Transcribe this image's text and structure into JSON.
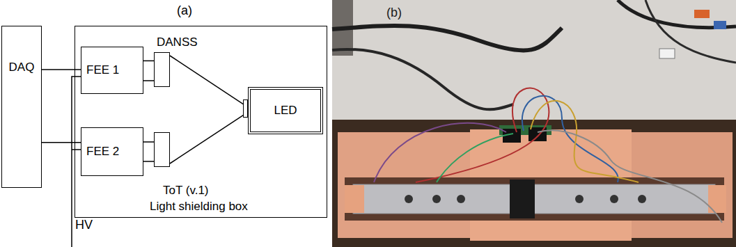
{
  "diagram": {
    "nodes": [
      {
        "text": [
          "DAQ"
        ]
      },
      {
        "text": [
          "Light shielding box"
        ]
      },
      {
        "text": [
          "FEE 1"
        ],
        "in": 1
      },
      {
        "text": [
          "FEE 2"
        ],
        "in": 1
      },
      {
        "text": [
          "DANSS"
        ],
        "in": 1
      },
      {
        "text": [
          "ToT (v.1)"
        ],
        "in": 1
      },
      {
        "text": [
          "LED"
        ],
        "in": 1
      }
    ],
    "edges": [
      {
        "from": 0,
        "to": 2,
        "arrow": "none"
      },
      {
        "from": 0,
        "to": 3,
        "arrow": "none"
      },
      {
        "from": 2,
        "to": 4,
        "arrow": "none"
      },
      {
        "from": 2,
        "to": 4,
        "arrow": "none"
      },
      {
        "from": 3,
        "to": 5,
        "arrow": "none"
      },
      {
        "from": 3,
        "to": 5,
        "arrow": "none"
      },
      {
        "from": 4,
        "to": 6,
        "arrow": "none"
      },
      {
        "from": 5,
        "to": 6,
        "arrow": "none"
      }
    ],
    "labels": [
      "(a)",
      "HV",
      "(b)"
    ]
  }
}
